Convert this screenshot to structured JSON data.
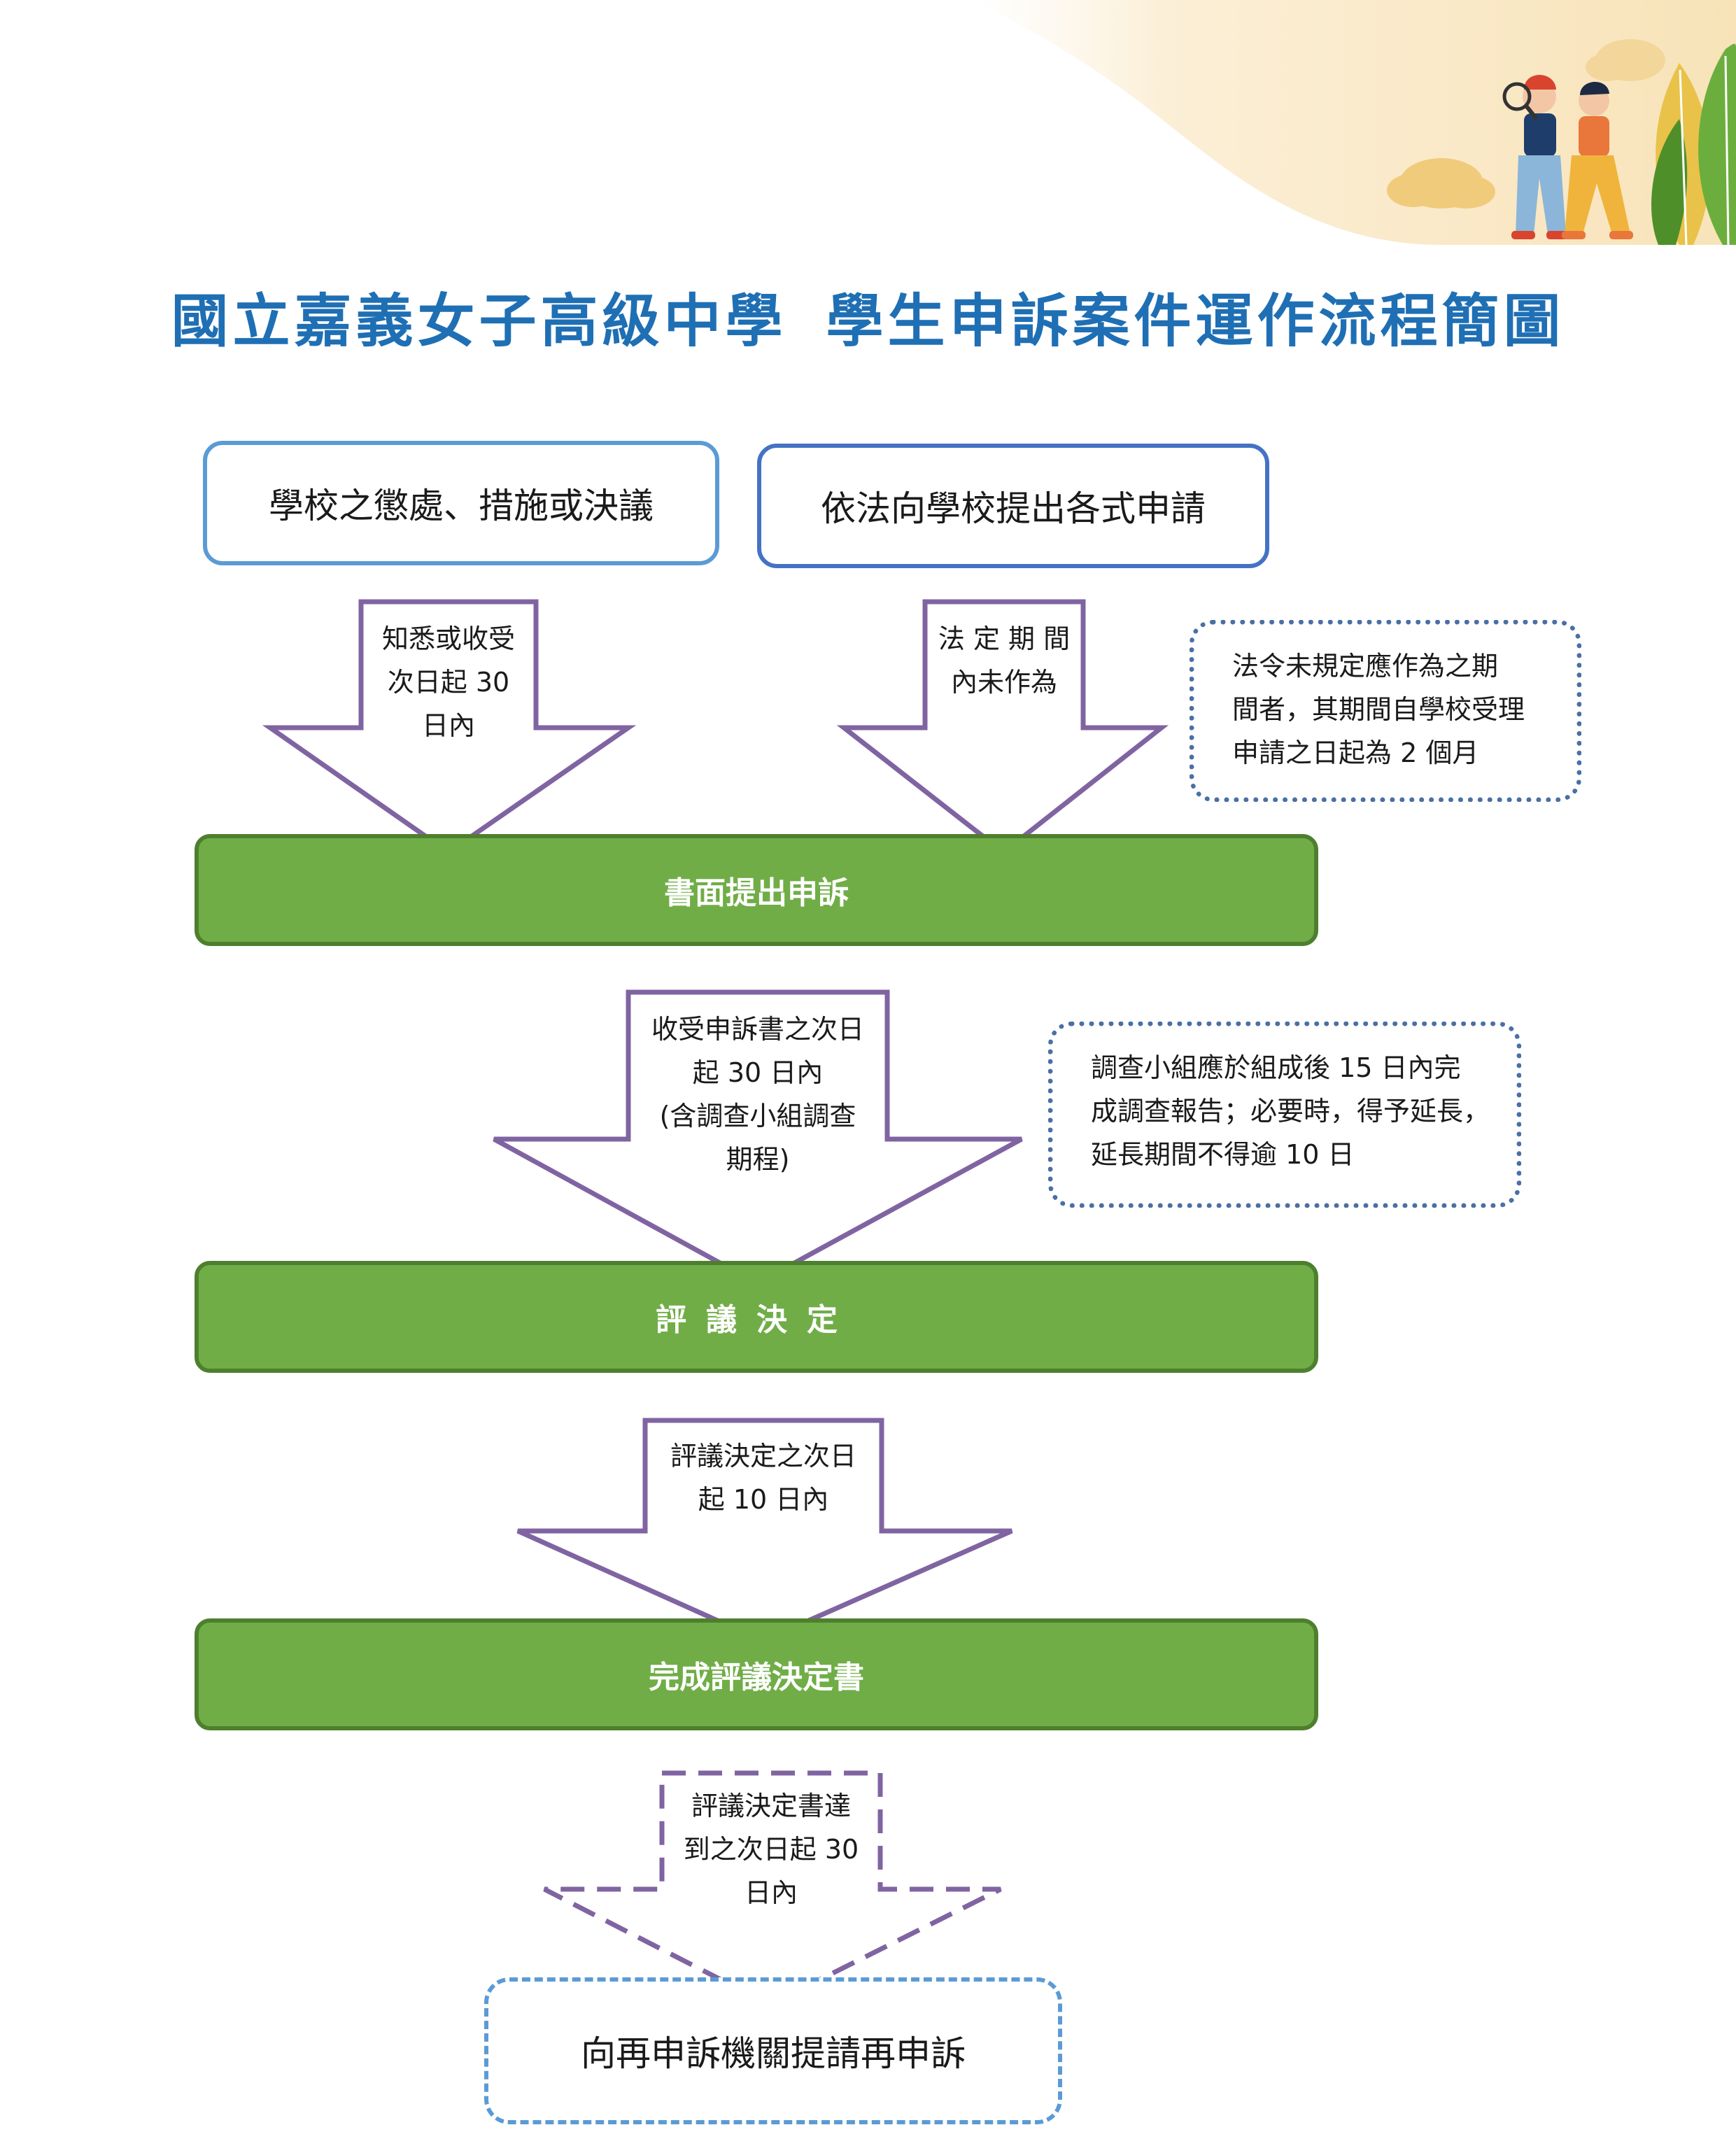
{
  "title": {
    "school": "國立嘉義女子高級中學",
    "subject": "學生申訴案件運作流程簡圖"
  },
  "start_boxes": [
    {
      "label": "學校之懲處、措施或決議"
    },
    {
      "label": "依法向學校提出各式申請"
    }
  ],
  "arrows": {
    "a1": [
      "知悉或收受",
      "次日起 30",
      "日內"
    ],
    "a2": [
      "法 定 期 間",
      "內未作為"
    ],
    "a3": [
      "收受申訴書之次日",
      "起 30 日內",
      "(含調查小組調查",
      "期程)"
    ],
    "a4": [
      "評議決定之次日",
      "起 10 日內"
    ],
    "a5": [
      "評議決定書達",
      "到之次日起 30",
      "日內"
    ]
  },
  "notes": {
    "n1": [
      "法令未規定應作為之期",
      "間者，其期間自學校受理",
      "申請之日起為 2 個月"
    ],
    "n2": [
      "調查小組應於組成後 15 日內完",
      "成調查報告；必要時，得予延長，",
      "延長期間不得逾 10 日"
    ]
  },
  "steps": {
    "s1": "書面提出申訴",
    "s2": "評議決定",
    "s3": "完成評議決定書"
  },
  "final_box": {
    "label": "向再申訴機關提請再申訴"
  },
  "colors": {
    "title": "#1f6fb4",
    "step_fill": "#70ad47",
    "step_border": "#4e7f2e",
    "arrow_stroke": "#8064a2",
    "box_border_light": "#5b9bd5",
    "box_border_dark": "#4472c4",
    "note_border": "#4a6fa5"
  },
  "decoration_icons": [
    "cloud-icon",
    "leaf-icon",
    "people-with-magnifier-icon"
  ]
}
